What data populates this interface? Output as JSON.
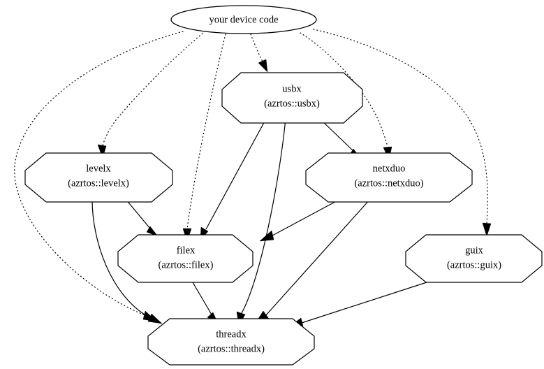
{
  "diagram": {
    "type": "dependency-graph",
    "direction": "top-to-bottom",
    "background": "#ffffff",
    "line_color": "#000000"
  },
  "nodes": [
    {
      "id": "device",
      "shape": "ellipse",
      "line1": "your device code",
      "line2": ""
    },
    {
      "id": "usbx",
      "shape": "octagon",
      "line1": "usbx",
      "line2": "(azrtos::usbx)"
    },
    {
      "id": "levelx",
      "shape": "octagon",
      "line1": "levelx",
      "line2": "(azrtos::levelx)"
    },
    {
      "id": "netxduo",
      "shape": "octagon",
      "line1": "netxduo",
      "line2": "(azrtos::netxduo)"
    },
    {
      "id": "filex",
      "shape": "octagon",
      "line1": "filex",
      "line2": "(azrtos::filex)"
    },
    {
      "id": "guix",
      "shape": "octagon",
      "line1": "guix",
      "line2": "(azrtos::guix)"
    },
    {
      "id": "threadx",
      "shape": "octagon",
      "line1": "threadx",
      "line2": "(azrtos::threadx)"
    }
  ],
  "edges": [
    {
      "from": "device",
      "to": "levelx",
      "style": "dotted"
    },
    {
      "from": "device",
      "to": "filex",
      "style": "dotted"
    },
    {
      "from": "device",
      "to": "usbx",
      "style": "dotted"
    },
    {
      "from": "device",
      "to": "netxduo",
      "style": "dotted"
    },
    {
      "from": "device",
      "to": "guix",
      "style": "dotted"
    },
    {
      "from": "device",
      "to": "threadx",
      "style": "dotted"
    },
    {
      "from": "usbx",
      "to": "filex",
      "style": "solid"
    },
    {
      "from": "usbx",
      "to": "threadx",
      "style": "solid"
    },
    {
      "from": "usbx",
      "to": "netxduo",
      "style": "solid"
    },
    {
      "from": "levelx",
      "to": "filex",
      "style": "solid"
    },
    {
      "from": "levelx",
      "to": "threadx",
      "style": "solid"
    },
    {
      "from": "netxduo",
      "to": "filex",
      "style": "solid"
    },
    {
      "from": "netxduo",
      "to": "threadx",
      "style": "solid"
    },
    {
      "from": "filex",
      "to": "threadx",
      "style": "solid"
    },
    {
      "from": "guix",
      "to": "threadx",
      "style": "solid"
    }
  ]
}
